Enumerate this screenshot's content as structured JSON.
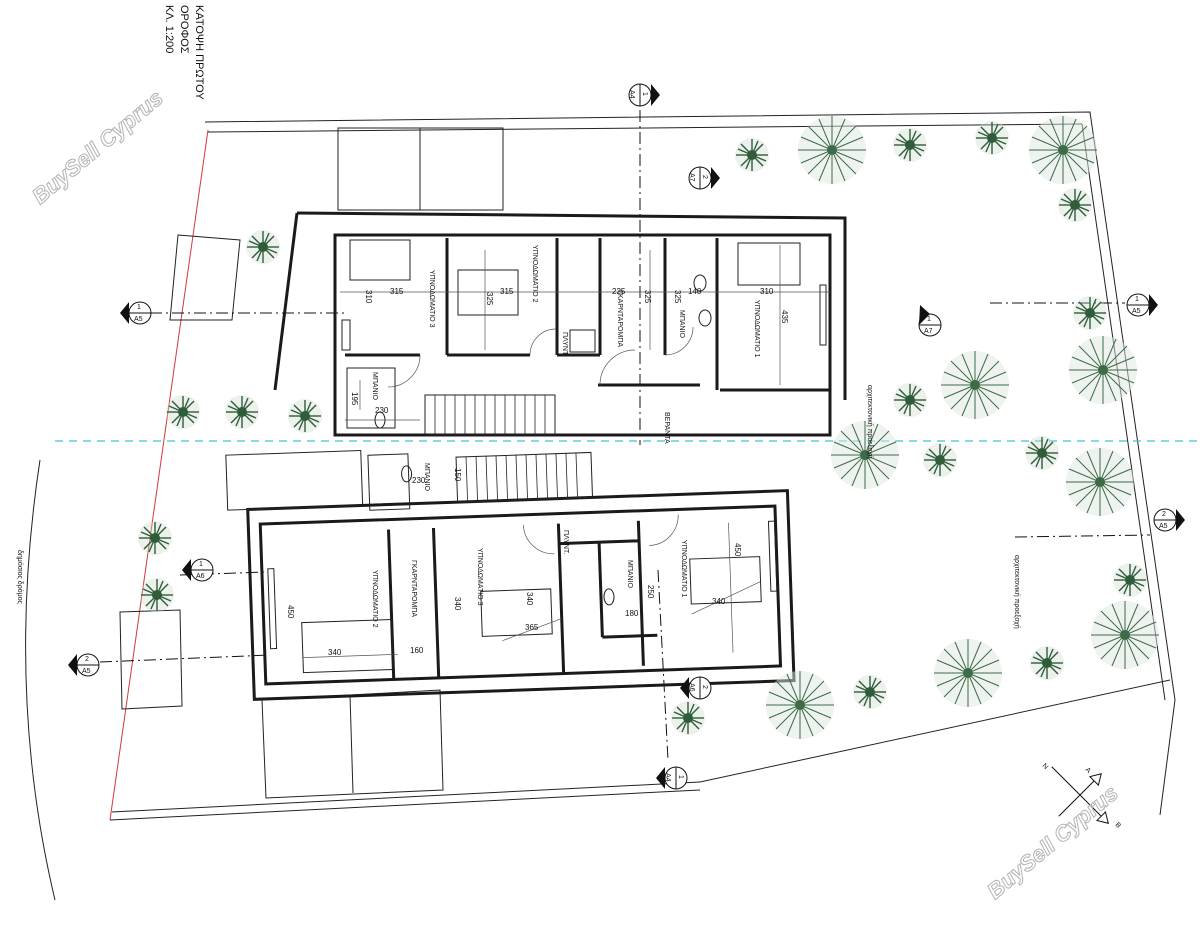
{
  "title_block": {
    "line1": "ΚΑΤΟΨΗ ΠΡΩΤΟΥ",
    "line2": "ΟΡΟΦΟΣ",
    "line3": "ΚΛ. 1:200"
  },
  "watermarks": [
    "BuySell Cyprus",
    "BuySell Cyprus"
  ],
  "road_label": "δημόσιος δρόμος",
  "building_line_labels": [
    "αρχιτεκτονική προεξοχή",
    "αρχιτεκτονική προεξοχή"
  ],
  "section_markers": [
    {
      "id": "a4_top",
      "num": "1",
      "sheet": "A4"
    },
    {
      "id": "a7_top",
      "num": "2",
      "sheet": "A7"
    },
    {
      "id": "a5_left",
      "num": "1",
      "sheet": "A5"
    },
    {
      "id": "a7_mid",
      "num": "1",
      "sheet": "A7"
    },
    {
      "id": "a5_right1",
      "num": "1",
      "sheet": "A5"
    },
    {
      "id": "a5_right2",
      "num": "2",
      "sheet": "A5"
    },
    {
      "id": "a6_left",
      "num": "1",
      "sheet": "A6"
    },
    {
      "id": "a5_left2",
      "num": "2",
      "sheet": "A5"
    },
    {
      "id": "a6_bot",
      "num": "2",
      "sheet": "A6"
    },
    {
      "id": "a4_bot",
      "num": "1",
      "sheet": "A4"
    }
  ],
  "north_labels": {
    "a": "A",
    "b": "B",
    "n": "N"
  },
  "unit_upper": {
    "rooms": [
      {
        "id": "bed3",
        "label": "ΥΠΝΟΔΩΜΑΤΙΟ 3"
      },
      {
        "id": "bed2",
        "label": "ΥΠΝΟΔΩΜΑΤΙΟ 2"
      },
      {
        "id": "wardrobe",
        "label": "ΓΚΑΡΝΤΑΡΟΜΠΑ"
      },
      {
        "id": "bath",
        "label": "ΜΠΑΝΙΟ"
      },
      {
        "id": "bed1",
        "label": "ΥΠΝΟΔΩΜΑΤΙΟ 1"
      },
      {
        "id": "wc",
        "label": "ΜΠΑΝΙΟ"
      },
      {
        "id": "wc2",
        "label": "ΠΛΥΝΤ."
      },
      {
        "id": "veranda",
        "label": "ΒΕΡΑΝΤΑ"
      }
    ],
    "dims": [
      "310",
      "315",
      "325",
      "315",
      "225",
      "325",
      "325",
      "140",
      "310",
      "435",
      "195",
      "230"
    ]
  },
  "unit_lower": {
    "rooms": [
      {
        "id": "bed2",
        "label": "ΥΠΝΟΔΩΜΑΤΙΟ 2"
      },
      {
        "id": "wardrobe",
        "label": "ΓΚΑΡΝΤΑΡΟΜΠΑ"
      },
      {
        "id": "bed3",
        "label": "ΥΠΝΟΔΩΜΑΤΙΟ 3"
      },
      {
        "id": "bed1",
        "label": "ΥΠΝΟΔΩΜΑΤΙΟ 1"
      },
      {
        "id": "bath",
        "label": "ΜΠΑΝΙΟ"
      },
      {
        "id": "wc",
        "label": "ΜΠΑΝΙΟ"
      },
      {
        "id": "wc2",
        "label": "ΠΛΥΝΤ."
      }
    ],
    "dims": [
      "450",
      "340",
      "160",
      "340",
      "340",
      "365",
      "180",
      "250",
      "340",
      "450",
      "230",
      "150"
    ]
  },
  "colors": {
    "wall": "#1a1a1a",
    "tree": "#2f5d3a",
    "property_line": "#d23a3a",
    "axis": "#3fc0d6"
  }
}
